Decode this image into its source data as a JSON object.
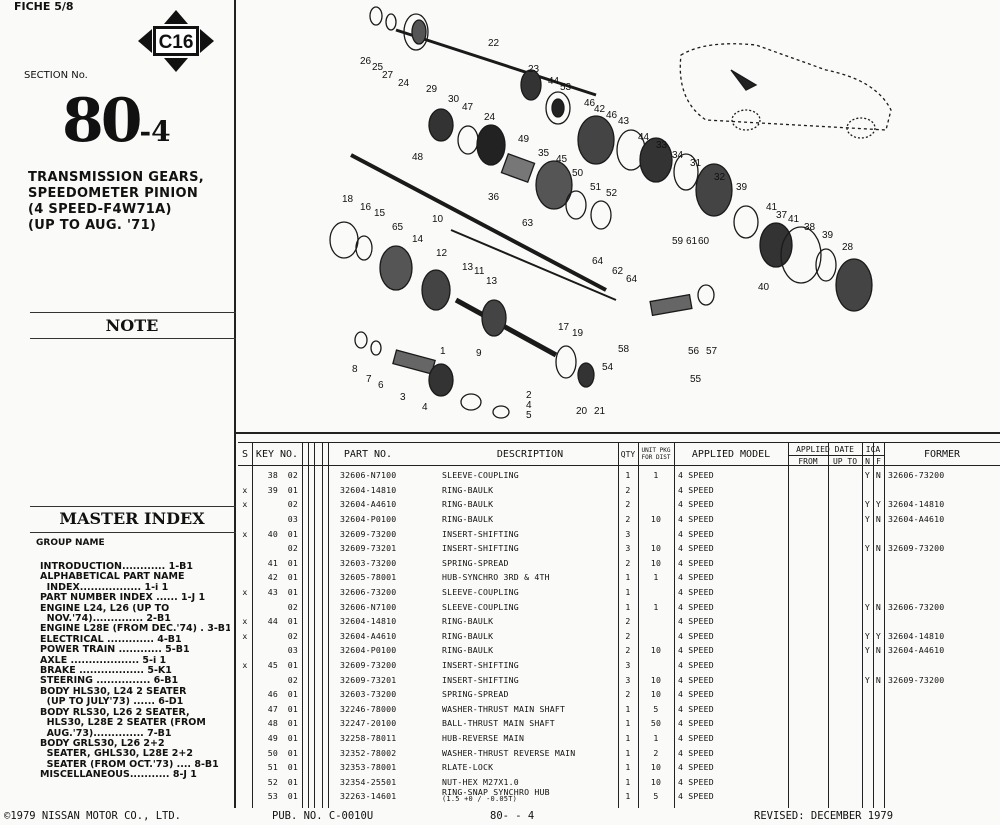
{
  "header": {
    "fiche": "FICHE 5/8",
    "fiche_code": "C16",
    "section_label": "SECTION No.",
    "section_num_big": "80",
    "section_num_small": "-4",
    "title_lines": [
      "TRANSMISSION GEARS,",
      "SPEEDOMETER PINION",
      "(4 SPEED-F4W71A)",
      "(UP TO AUG. '71)"
    ]
  },
  "note_label": "NOTE",
  "master_index": {
    "title": "MASTER INDEX",
    "group_name": "GROUP NAME",
    "lines": [
      "INTRODUCTION............ 1-B1",
      "ALPHABETICAL PART NAME",
      "  INDEX................. 1-i 1",
      "PART NUMBER INDEX ...... 1-J 1",
      "ENGINE L24, L26 (UP TO",
      "  NOV.'74).............. 2-B1",
      "ENGINE L28E (FROM DEC.'74) . 3-B1",
      "ELECTRICAL ............. 4-B1",
      "POWER TRAIN ............ 5-B1",
      "AXLE ................... 5-i 1",
      "BRAKE .................. 5-K1",
      "STEERING ............... 6-B1",
      "BODY HLS30, L24 2 SEATER",
      "  (UP TO JULY'73) ...... 6-D1",
      "BODY RLS30, L26 2 SEATER,",
      "  HLS30, L28E 2 SEATER (FROM",
      "  AUG.'73).............. 7-B1",
      "BODY GRLS30, L26 2+2",
      "  SEATER, GHLS30, L28E 2+2",
      "  SEATER (FROM OCT.'73) .... 8-B1",
      "MISCELLANEOUS........... 8-J 1"
    ]
  },
  "table": {
    "headers": {
      "s": "S",
      "key_no": "KEY NO.",
      "part_no": "PART  NO.",
      "description": "DESCRIPTION",
      "qty": "QTY",
      "unit_pkg": "UNIT PKG FOR DIST",
      "applied_model": "APPLIED MODEL",
      "applied_date": "APPLIED DATE",
      "from": "FROM",
      "up_to": "UP TO",
      "ica": "ICA",
      "n": "N",
      "f": "F",
      "former": "FORMER"
    },
    "rows": [
      {
        "s": "",
        "key": "38",
        "sub": "02",
        "part": "32606-N7100",
        "desc": "SLEEVE-COUPLING",
        "qty": "1",
        "pkg": "1",
        "model": "4 SPEED",
        "i": "Y",
        "c": "N",
        "former": "32606-73200"
      },
      {
        "s": "x",
        "key": "39",
        "sub": "01",
        "part": "32604-14810",
        "desc": "RING-BAULK",
        "qty": "2",
        "pkg": "",
        "model": "4 SPEED",
        "i": "",
        "c": "",
        "former": ""
      },
      {
        "s": "x",
        "key": "",
        "sub": "02",
        "part": "32604-A4610",
        "desc": "RING-BAULK",
        "qty": "2",
        "pkg": "",
        "model": "4 SPEED",
        "i": "Y",
        "c": "Y",
        "former": "32604-14810"
      },
      {
        "s": "",
        "key": "",
        "sub": "03",
        "part": "32604-P0100",
        "desc": "RING-BAULK",
        "qty": "2",
        "pkg": "10",
        "model": "4 SPEED",
        "i": "Y",
        "c": "N",
        "former": "32604-A4610"
      },
      {
        "s": "x",
        "key": "40",
        "sub": "01",
        "part": "32609-73200",
        "desc": "INSERT-SHIFTING",
        "qty": "3",
        "pkg": "",
        "model": "4 SPEED",
        "i": "",
        "c": "",
        "former": ""
      },
      {
        "s": "",
        "key": "",
        "sub": "02",
        "part": "32609-73201",
        "desc": "INSERT-SHIFTING",
        "qty": "3",
        "pkg": "10",
        "model": "4 SPEED",
        "i": "Y",
        "c": "N",
        "former": "32609-73200"
      },
      {
        "s": "",
        "key": "41",
        "sub": "01",
        "part": "32603-73200",
        "desc": "SPRING-SPREAD",
        "qty": "2",
        "pkg": "10",
        "model": "4 SPEED",
        "i": "",
        "c": "",
        "former": ""
      },
      {
        "s": "",
        "key": "42",
        "sub": "01",
        "part": "32605-78001",
        "desc": "HUB-SYNCHRO 3RD & 4TH",
        "qty": "1",
        "pkg": "1",
        "model": "4 SPEED",
        "i": "",
        "c": "",
        "former": ""
      },
      {
        "s": "x",
        "key": "43",
        "sub": "01",
        "part": "32606-73200",
        "desc": "SLEEVE-COUPLING",
        "qty": "1",
        "pkg": "",
        "model": "4 SPEED",
        "i": "",
        "c": "",
        "former": ""
      },
      {
        "s": "",
        "key": "",
        "sub": "02",
        "part": "32606-N7100",
        "desc": "SLEEVE-COUPLING",
        "qty": "1",
        "pkg": "1",
        "model": "4 SPEED",
        "i": "Y",
        "c": "N",
        "former": "32606-73200"
      },
      {
        "s": "x",
        "key": "44",
        "sub": "01",
        "part": "32604-14810",
        "desc": "RING-BAULK",
        "qty": "2",
        "pkg": "",
        "model": "4 SPEED",
        "i": "",
        "c": "",
        "former": ""
      },
      {
        "s": "x",
        "key": "",
        "sub": "02",
        "part": "32604-A4610",
        "desc": "RING-BAULK",
        "qty": "2",
        "pkg": "",
        "model": "4 SPEED",
        "i": "Y",
        "c": "Y",
        "former": "32604-14810"
      },
      {
        "s": "",
        "key": "",
        "sub": "03",
        "part": "32604-P0100",
        "desc": "RING-BAULK",
        "qty": "2",
        "pkg": "10",
        "model": "4 SPEED",
        "i": "Y",
        "c": "N",
        "former": "32604-A4610"
      },
      {
        "s": "x",
        "key": "45",
        "sub": "01",
        "part": "32609-73200",
        "desc": "INSERT-SHIFTING",
        "qty": "3",
        "pkg": "",
        "model": "4 SPEED",
        "i": "",
        "c": "",
        "former": ""
      },
      {
        "s": "",
        "key": "",
        "sub": "02",
        "part": "32609-73201",
        "desc": "INSERT-SHIFTING",
        "qty": "3",
        "pkg": "10",
        "model": "4 SPEED",
        "i": "Y",
        "c": "N",
        "former": "32609-73200"
      },
      {
        "s": "",
        "key": "46",
        "sub": "01",
        "part": "32603-73200",
        "desc": "SPRING-SPREAD",
        "qty": "2",
        "pkg": "10",
        "model": "4 SPEED",
        "i": "",
        "c": "",
        "former": ""
      },
      {
        "s": "",
        "key": "47",
        "sub": "01",
        "part": "32246-78000",
        "desc": "WASHER-THRUST MAIN SHAFT",
        "qty": "1",
        "pkg": "5",
        "model": "4 SPEED",
        "i": "",
        "c": "",
        "former": ""
      },
      {
        "s": "",
        "key": "48",
        "sub": "01",
        "part": "32247-20100",
        "desc": "BALL-THRUST MAIN SHAFT",
        "qty": "1",
        "pkg": "50",
        "model": "4 SPEED",
        "i": "",
        "c": "",
        "former": ""
      },
      {
        "s": "",
        "key": "49",
        "sub": "01",
        "part": "32258-78011",
        "desc": "HUB-REVERSE MAIN",
        "qty": "1",
        "pkg": "1",
        "model": "4 SPEED",
        "i": "",
        "c": "",
        "former": ""
      },
      {
        "s": "",
        "key": "50",
        "sub": "01",
        "part": "32352-78002",
        "desc": "WASHER-THRUST REVERSE MAIN",
        "qty": "1",
        "pkg": "2",
        "model": "4 SPEED",
        "i": "",
        "c": "",
        "former": ""
      },
      {
        "s": "",
        "key": "51",
        "sub": "01",
        "part": "32353-78001",
        "desc": "RLATE-LOCK",
        "qty": "1",
        "pkg": "10",
        "model": "4 SPEED",
        "i": "",
        "c": "",
        "former": ""
      },
      {
        "s": "",
        "key": "52",
        "sub": "01",
        "part": "32354-25501",
        "desc": "NUT-HEX M27X1.0",
        "qty": "1",
        "pkg": "10",
        "model": "4 SPEED",
        "i": "",
        "c": "",
        "former": ""
      },
      {
        "s": "",
        "key": "53",
        "sub": "01",
        "part": "32263-14601",
        "desc": "RING-SNAP SYNCHRO HUB",
        "desc2": "(1.5 +0 / -0.05T)",
        "qty": "1",
        "pkg": "5",
        "model": "4 SPEED",
        "i": "",
        "c": "",
        "former": ""
      }
    ]
  },
  "callouts": [
    {
      "t": "26"
    },
    {
      "t": "25"
    },
    {
      "t": "27"
    },
    {
      "t": "24"
    },
    {
      "t": "22"
    },
    {
      "t": "23"
    },
    {
      "t": "44"
    },
    {
      "t": "53"
    },
    {
      "t": "29"
    },
    {
      "t": "30"
    },
    {
      "t": "47"
    },
    {
      "t": "24"
    },
    {
      "t": "46"
    },
    {
      "t": "42"
    },
    {
      "t": "46"
    },
    {
      "t": "43"
    },
    {
      "t": "49"
    },
    {
      "t": "35"
    },
    {
      "t": "45"
    },
    {
      "t": "44"
    },
    {
      "t": "33"
    },
    {
      "t": "34"
    },
    {
      "t": "31"
    },
    {
      "t": "48"
    },
    {
      "t": "50"
    },
    {
      "t": "51"
    },
    {
      "t": "52"
    },
    {
      "t": "32"
    },
    {
      "t": "39"
    },
    {
      "t": "18"
    },
    {
      "t": "16"
    },
    {
      "t": "15"
    },
    {
      "t": "10"
    },
    {
      "t": "36"
    },
    {
      "t": "65"
    },
    {
      "t": "14"
    },
    {
      "t": "63"
    },
    {
      "t": "41"
    },
    {
      "t": "37"
    },
    {
      "t": "41"
    },
    {
      "t": "38"
    },
    {
      "t": "39"
    },
    {
      "t": "28"
    },
    {
      "t": "12"
    },
    {
      "t": "59"
    },
    {
      "t": "61"
    },
    {
      "t": "60"
    },
    {
      "t": "13"
    },
    {
      "t": "11"
    },
    {
      "t": "13"
    },
    {
      "t": "64"
    },
    {
      "t": "62"
    },
    {
      "t": "64"
    },
    {
      "t": "40"
    },
    {
      "t": "17"
    },
    {
      "t": "19"
    },
    {
      "t": "58"
    },
    {
      "t": "9"
    },
    {
      "t": "1"
    },
    {
      "t": "8"
    },
    {
      "t": "7"
    },
    {
      "t": "6"
    },
    {
      "t": "54"
    },
    {
      "t": "56"
    },
    {
      "t": "57"
    },
    {
      "t": "55"
    },
    {
      "t": "3"
    },
    {
      "t": "4"
    },
    {
      "t": "2"
    },
    {
      "t": "4"
    },
    {
      "t": "5"
    },
    {
      "t": "20"
    },
    {
      "t": "21"
    }
  ],
  "footer": {
    "copyright": "©1979 NISSAN MOTOR CO., LTD.",
    "pub_no": "PUB. NO. C-0010U",
    "page": "80- - 4",
    "revised": "REVISED: DECEMBER 1979"
  }
}
